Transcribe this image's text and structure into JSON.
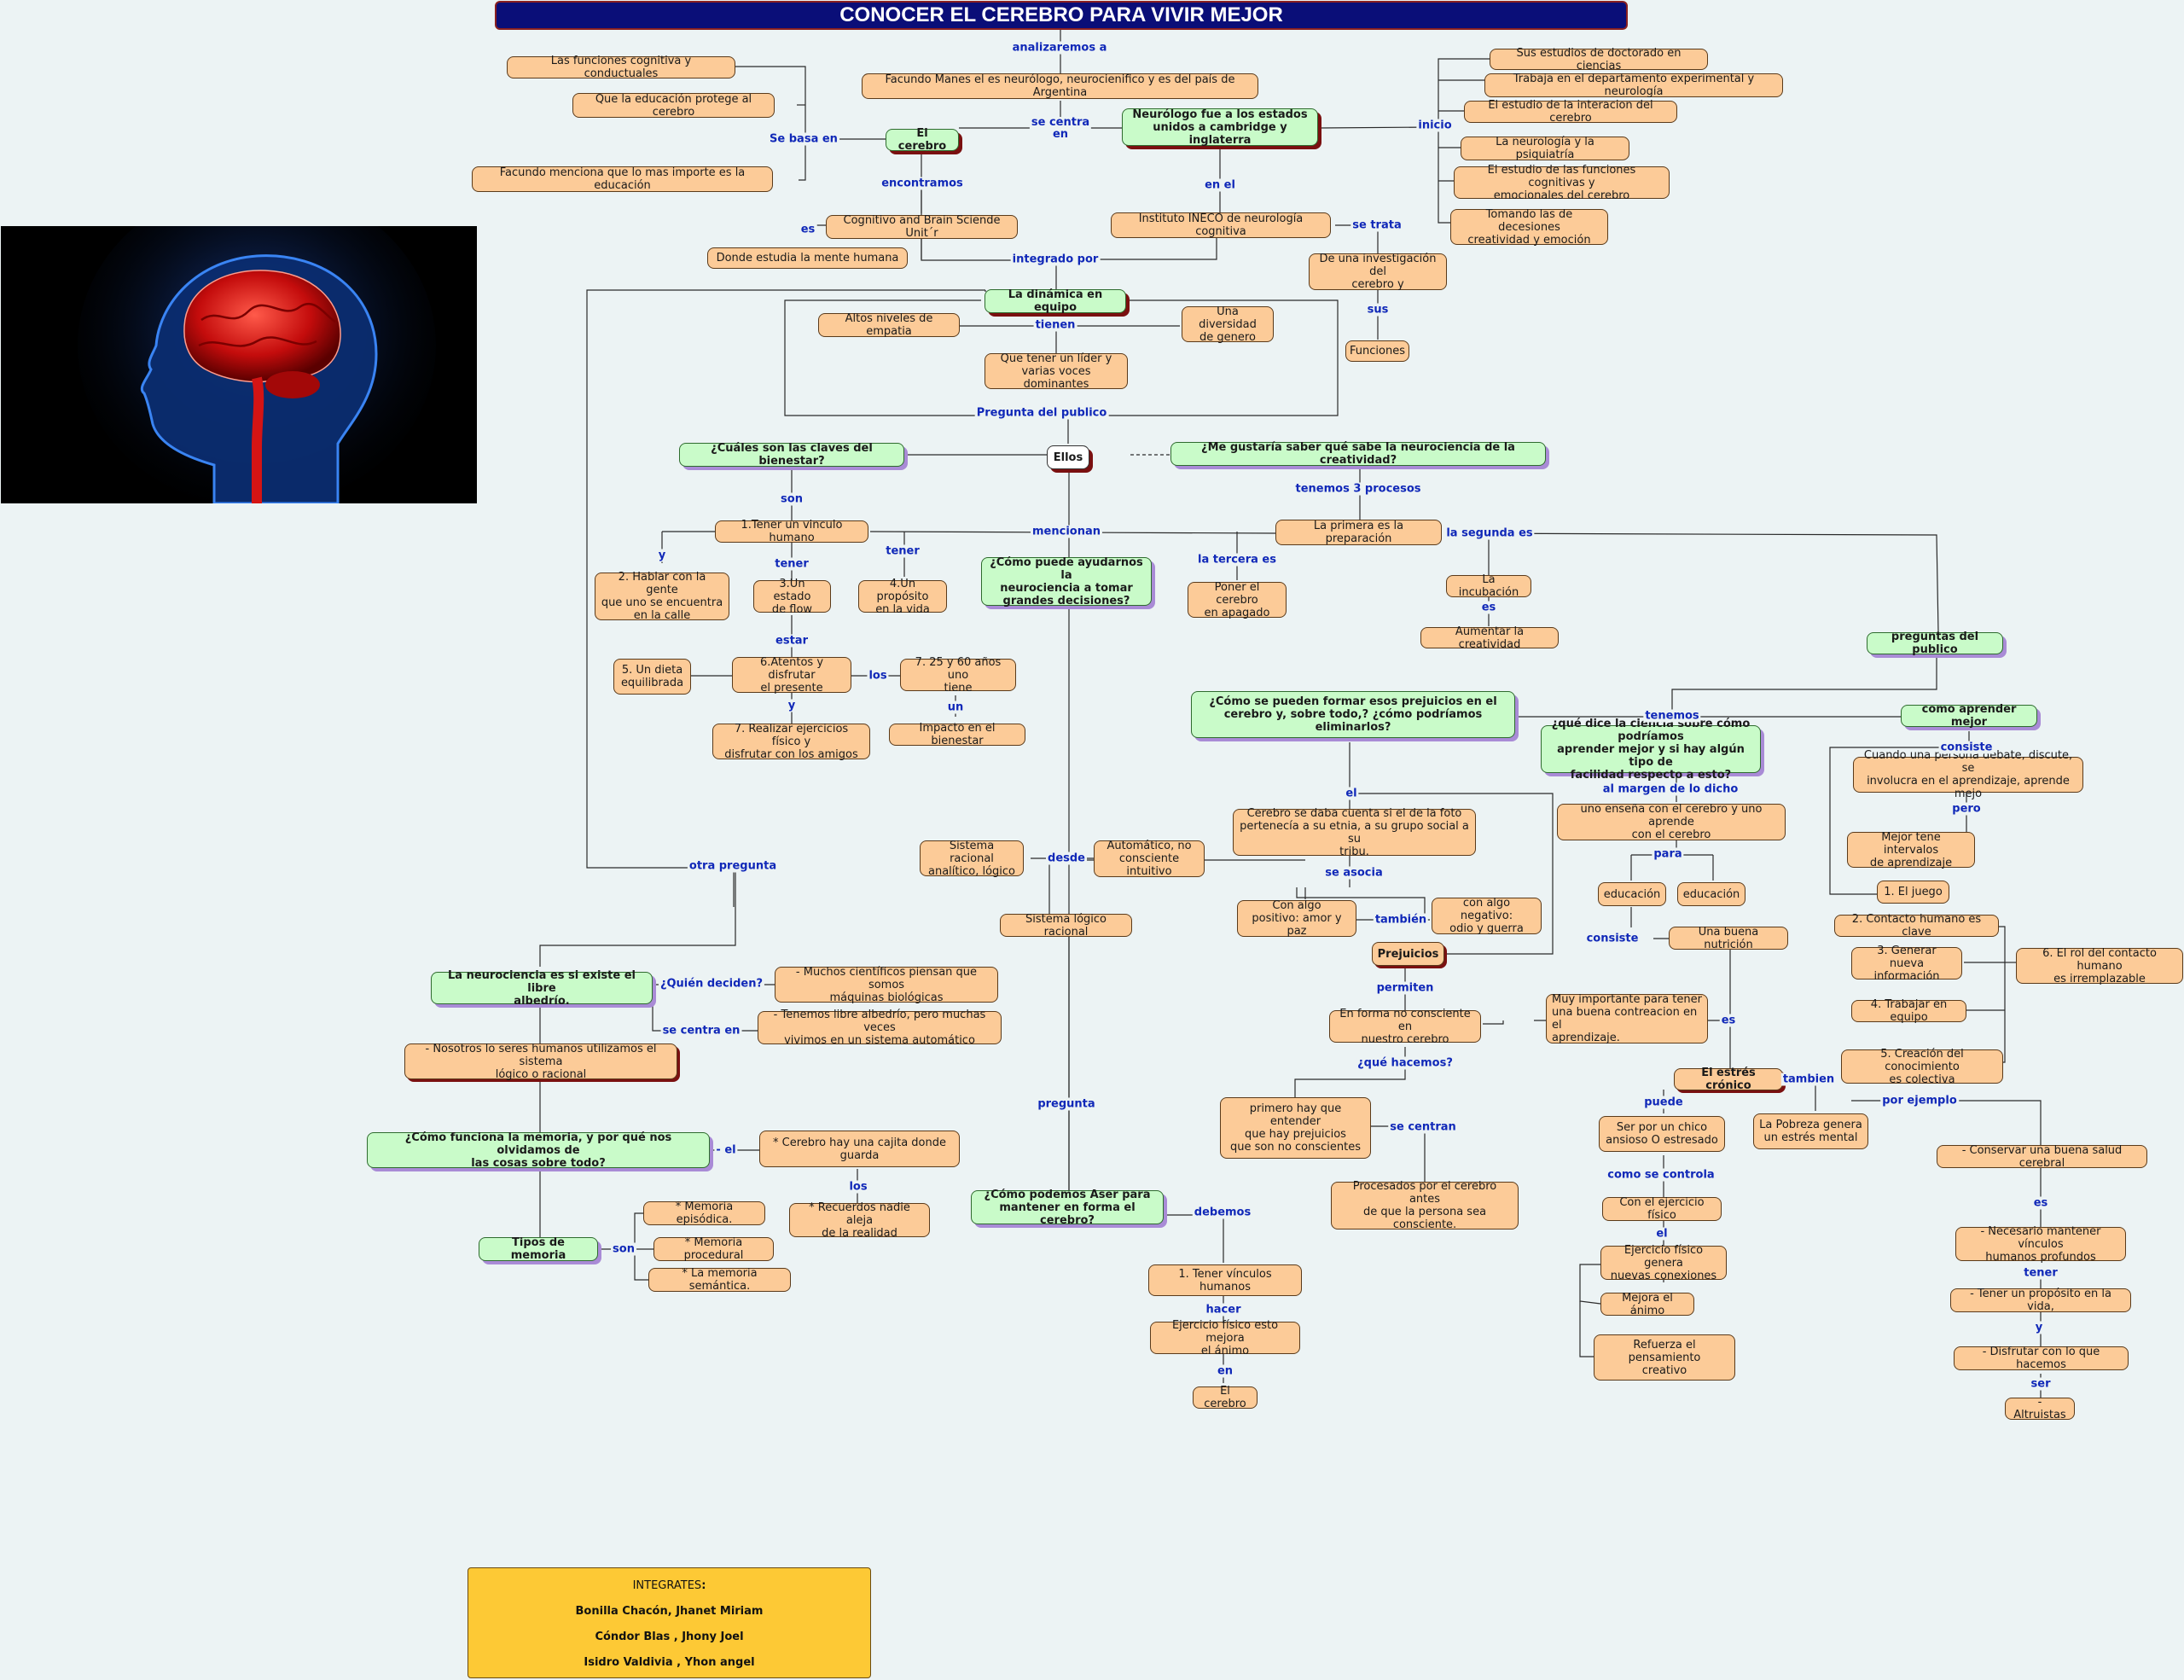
{
  "title": "CONOCER EL CEREBRO PARA VIVIR MEJOR",
  "nodes": {
    "n1": "Facundo Manes el es neurólogo, neurocienifico y es del país de Argentina",
    "n2": "Las funciones cognitiva y conductuales",
    "n3": "Que la educación protege al cerebro",
    "n4": "Facundo menciona que lo mas importe es la educación",
    "n5": "El cerebro",
    "n6": "Neurólogo fue a los estados\nunidos a cambridge y inglaterra",
    "n7": "Sus estudios de  doctorado en ciencias",
    "n8": "Trabaja en el departamento experimental y neurología",
    "n9": "El estudio de la interacion del cerebro",
    "n10": "La neurología  y la psiquiatría",
    "n11": "El estudio de las funciones cognitivas y\nemocionales del cerebro",
    "n12": "Tomando las de decesiones\ncreatividad y emoción",
    "n13": "Cognitivo and Brain Sciende Unit´r",
    "n14": "Donde estudia la mente humana",
    "n15": "Instituto INECO de neurología cognitiva",
    "n16": "De una investigación del\ncerebro y",
    "n17": "Funciones",
    "n18": "La dinámica en equipo",
    "n19": "Altos niveles de empatia",
    "n20": "Una diversidad\nde genero",
    "n21": "Que tener un líder y\nvarias voces dominantes",
    "n22": "¿Cuáles son las claves del bienestar?",
    "n23": "Ellos",
    "n24": "¿Me gustaría saber qué sabe la neurociencia de la creatividad?",
    "n25": "1.Tener un vinculo humano",
    "n26": "2. Hablar con la gente\nque  uno se  encuentra\nen la calle",
    "n27": "3.Un estado\nde flow",
    "n28": "4.Un propósito\nen la vida",
    "n29": "¿Cómo puede ayudarnos la\nneurociencia a tomar\ngrandes decisiones?",
    "n30": "La primera es la preparación",
    "n31": "Poner el cerebro\nen apagado",
    "n32": "La incubación",
    "n33": "Aumentar la creatividad",
    "n34": "preguntas del publico",
    "n35": "5. Un dieta\nequilibrada",
    "n36": "6.Atentos y disfrutar\nel presente",
    "n37": "7. 25 y 60 años uno\ntiene",
    "n38": "Impacto en el bienestar",
    "n39": "7. Realizar ejercicios físico y\ndisfrutar con los amigos",
    "n40": "¿Cómo se pueden formar esos prejuicios en el\ncerebro y, sobre todo,? ¿cómo podríamos eliminarlos?",
    "n41": "¿qué dice la ciencia sobre cómo podríamos\naprender mejor y si hay algún tipo de\nfacilidad respecto a esto?",
    "n42": "como aprender mejor",
    "n43": "Cuando una persona debate, discute, se\ninvolucra en el aprendizaje, aprende mejo",
    "n44": "Mejor tene intervalos\nde aprendizaje",
    "n45": "Cerebro se daba cuenta si el de la foto\npertenecía a su etnia, a su grupo social a su\ntribu.",
    "n46": "uno enseña con el cerebro y uno aprende\ncon el cerebro",
    "n47": "Sistema racional\nanalítico, lógico",
    "n48": "Automático, no\nconsciente intuitivo",
    "n49": "educación",
    "n50": "educación",
    "n51": "1. El juego",
    "n52": "2. Contacto humano es clave",
    "n53": "Sistema lógico racional",
    "n54": "Con algo\npositivo: amor y paz",
    "n55": "con algo negativo:\nodio y guerra",
    "n56": "Una buena nutrición",
    "n57": "3. Generar\nnueva información",
    "n58": "6. El rol del contacto humano\nes irremplazable",
    "n59": "Prejuicios",
    "n60": "La neurociencia es si existe el libre\nalbedrío.",
    "n61": "- Muchos científicos piensan que somos\nmáquinas biológicas",
    "n62": "- Tenemos libre albedrío, pero muchas veces\nvivimos en un  sistema automático",
    "n63": "En  forma no consciente en\nnuestro cerebro",
    "n64": "Muy importante para tener\nuna buena contreacion en el\naprendizaje.",
    "n65": "4. Trabajar  en equipo",
    "n66": "- Nosotros lo seres humanos utilizamos el sistema\nlógico o  racional",
    "n67": "5. Creación del conocimiento\nes colectiva",
    "n68": "El estrés crónico",
    "n69": "primero hay que entender\nque hay prejuicios\nque son no conscientes",
    "n70": "Ser por un chico\nansioso O estresado",
    "n71": "La Pobreza genera\nun estrés mental",
    "n72": "¿Cómo funciona la memoria, y por qué nos olvidamos de\nlas cosas sobre todo?",
    "n73": "* Cerebro hay una cajita donde\nguarda",
    "n74": "- Conservar una buena salud cerebral",
    "n75": "Procesados por el cerebro antes\nde que la persona sea consciente.",
    "n76": "* Memoria episódica.",
    "n77": "* Recuerdos nadie aleja\nde la realidad",
    "n78": "¿Cómo podemos Aser para\nmantener en forma el cerebro?",
    "n79": "Con el ejercicio físico",
    "n80": "Tipos de memoria",
    "n81": "* Memoria procedural",
    "n82": "- Necesario mantener vínculos\nhumanos profundos",
    "n83": "* La memoria semántica.",
    "n84": "Ejercicio físico genera\nnuevas conexiones",
    "n85": "1. Tener vínculos humanos",
    "n86": "-  Tener un propósito en la vida,",
    "n87": "Mejora el ánimo",
    "n88": "Ejercicio físico esto mejora\nel ánimo",
    "n89": "Refuerza el pensamiento\ncreativo",
    "n90": "- Disfrutar con lo que hacemos",
    "n91": "El cerebro",
    "n92": "- Altruistas"
  },
  "labels": {
    "l1": "analizaremos a",
    "l2": "Se basa en",
    "l3": "se centra\nen",
    "l4": "inicio",
    "l5": "encontramos",
    "l6": "en el",
    "l7": "es",
    "l8": "se trata",
    "l9": "integrado por",
    "l10": "sus",
    "l11": "tienen",
    "l12": "Pregunta del publico",
    "l13": "son",
    "l14": "tenemos 3 procesos",
    "l15": "mencionan",
    "l16": "la segunda es",
    "l17": "y",
    "l18": "tener",
    "l19": "tener",
    "l20": "la tercera es",
    "l21": "es",
    "l22": "estar",
    "l23": "los",
    "l24": "y",
    "l25": "un",
    "l26": "tenemos",
    "l27": "consiste",
    "l28": "el",
    "l29": "al margen de lo dicho",
    "l30": "pero",
    "l31": "otra pregunta",
    "l32": "desde",
    "l33": "se asocia",
    "l34": "para",
    "l35": "también",
    "l36": "consiste",
    "l37": "¿Quién deciden?",
    "l38": "permiten",
    "l39": "se centra en",
    "l40": "es",
    "l41": "¿qué hacemos?",
    "l42": "tambien",
    "l43": "puede",
    "l44": "por ejemplo",
    "l45": "pregunta",
    "l46": "se centran",
    "l47": "- el",
    "l48": "como se  controla",
    "l49": "los",
    "l50": "es",
    "l51": "debemos",
    "l52": "el",
    "l53": "son",
    "l54": "tener",
    "l55": "hacer",
    "l56": "y",
    "l57": "en",
    "l58": "ser"
  },
  "credits": {
    "heading": "INTEGRATES",
    "colon": ":",
    "members": [
      "Bonilla Chacón, Jhanet Miriam",
      "Cóndor Blas , Jhony Joel",
      "Isidro Valdivia , Yhon angel"
    ]
  },
  "image": {
    "subject": "human head silhouette with red brain",
    "icon": "brain-icon"
  },
  "colors": {
    "title_bg": "#0a0e78",
    "concept": "#fccb98",
    "question": "#c9fbc9",
    "link_text": "#1028b8",
    "credits_bg": "#fdc935",
    "background": "#ecf3f4"
  }
}
